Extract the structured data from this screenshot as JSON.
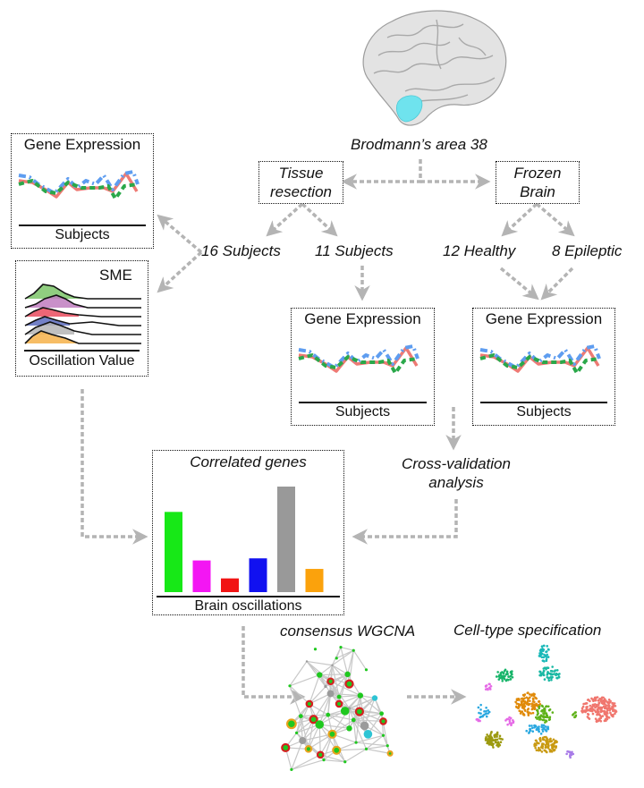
{
  "brain": {
    "label": "Brodmann’s area 38",
    "region_color": "#6fe3ee"
  },
  "tissue_resection": {
    "line1": "Tissue",
    "line2": "resection"
  },
  "frozen_brain": {
    "line1": "Frozen",
    "line2": "Brain"
  },
  "cohorts": {
    "subjects_16": "16 Subjects",
    "subjects_11": "11 Subjects",
    "healthy_12": "12 Healthy",
    "epileptic_8": "8 Epileptic"
  },
  "gene_expression_panel": {
    "title": "Gene Expression",
    "xlabel": "Subjects",
    "series_colors": {
      "red": "#ee7a74",
      "blue": "#5e9df0",
      "green": "#2aa84a"
    }
  },
  "sme_panel": {
    "title": "SME",
    "xlabel": "Oscillation Value",
    "ridge_colors": [
      "#7cc66a",
      "#c07cbf",
      "#e94b5e",
      "#5a6bbd",
      "#b5b5b5",
      "#f6b24a"
    ]
  },
  "cross_validation": {
    "line1": "Cross-validation",
    "line2": "analysis"
  },
  "correlated_genes": {
    "title": "Correlated genes",
    "xlabel": "Brain oscillations"
  },
  "chart_data": {
    "type": "bar",
    "title": "Correlated genes",
    "xlabel": "Brain oscillations",
    "ylabel": "",
    "categories": [
      "green",
      "magenta",
      "red",
      "blue",
      "gray",
      "orange"
    ],
    "values": [
      0.76,
      0.3,
      0.13,
      0.32,
      1.0,
      0.22
    ],
    "colors": [
      "#17e817",
      "#f316f3",
      "#f11414",
      "#1111f0",
      "#999999",
      "#fba20c"
    ],
    "ylim": [
      0,
      1
    ],
    "grid": false
  },
  "wgcna": {
    "title": "consensus WGCNA"
  },
  "cell_type": {
    "title": "Cell-type specification"
  }
}
